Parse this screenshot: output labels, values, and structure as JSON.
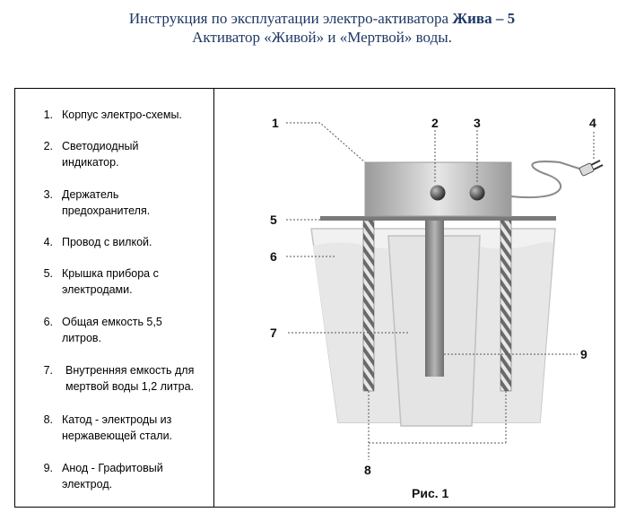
{
  "header": {
    "line1_prefix": "Инструкция по эксплуатации электро-активатора ",
    "line1_bold": "Жива – 5",
    "line2": "Активатор «Живой» и «Мертвой» воды."
  },
  "legend": {
    "items": [
      {
        "num": "1.",
        "text": "Корпус электро-схемы."
      },
      {
        "num": "2.",
        "text": "Светодиодный индикатор."
      },
      {
        "num": "3.",
        "text": "Держатель предохранителя."
      },
      {
        "num": "4.",
        "text": "Провод с вилкой."
      },
      {
        "num": "5.",
        "text": "Крышка прибора с электродами."
      },
      {
        "num": "6.",
        "text": "Общая емкость 5,5 литров."
      },
      {
        "num": "7.",
        "text": "Внутренняя емкость для мертвой воды 1,2 литра."
      },
      {
        "num": "8.",
        "text": "Катод - электроды из нержавеющей стали."
      },
      {
        "num": "9.",
        "text": "Анод - Графитовый электрод."
      }
    ]
  },
  "figure": {
    "callouts": {
      "n1": "1",
      "n2": "2",
      "n3": "3",
      "n4": "4",
      "n5": "5",
      "n6": "6",
      "n7": "7",
      "n8": "8",
      "n9": "9"
    },
    "caption": "Рис. 1"
  }
}
